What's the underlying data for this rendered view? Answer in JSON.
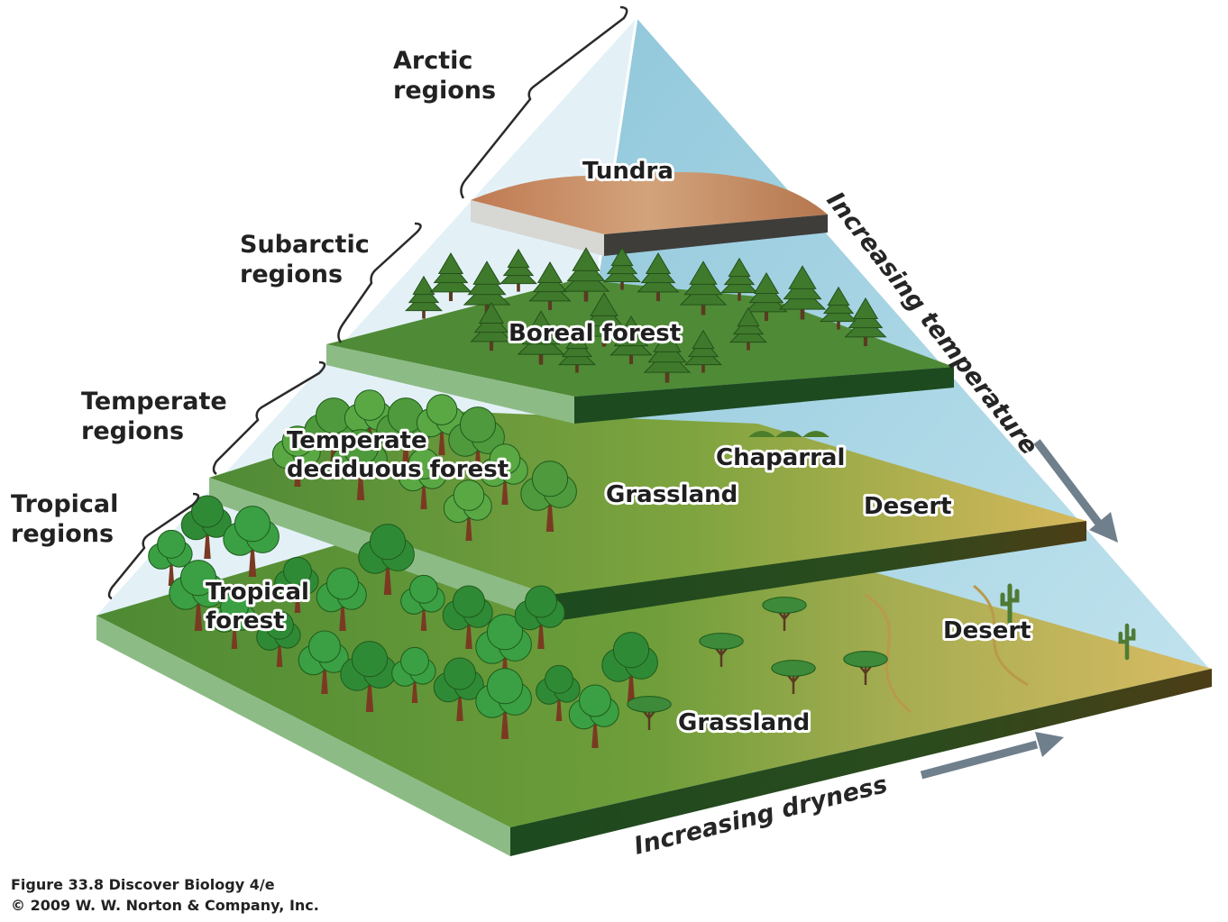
{
  "regions": {
    "arctic": [
      "Arctic",
      "regions"
    ],
    "subarctic": [
      "Subarctic",
      "regions"
    ],
    "temperate": [
      "Temperate",
      "regions"
    ],
    "tropical": [
      "Tropical",
      "regions"
    ]
  },
  "biomes": {
    "tundra": "Tundra",
    "boreal_forest": "Boreal forest",
    "temperate_forest": [
      "Temperate",
      "deciduous forest"
    ],
    "chaparral": "Chaparral",
    "grassland_temperate": "Grassland",
    "desert_temperate": "Desert",
    "tropical_forest": [
      "Tropical",
      "forest"
    ],
    "grassland_tropical": "Grassland",
    "desert_tropical": "Desert"
  },
  "axes": {
    "temperature": "Increasing temperature",
    "dryness": "Increasing dryness"
  },
  "caption": {
    "line1": "Figure 33.8  Discover Biology 4/e",
    "line2": "© 2009 W. W. Norton & Company, Inc."
  },
  "colors": {
    "glass_left": "#e3f1f7",
    "glass_right": "#a7d3e3",
    "forest_green": "#4e8a34",
    "grass_green": "#7faa3d",
    "desert_tan": "#d2b25c",
    "tundra_brown": "#c28a61",
    "slab_edge": "#1d4a1f",
    "arrow": "#6f7f8c"
  }
}
